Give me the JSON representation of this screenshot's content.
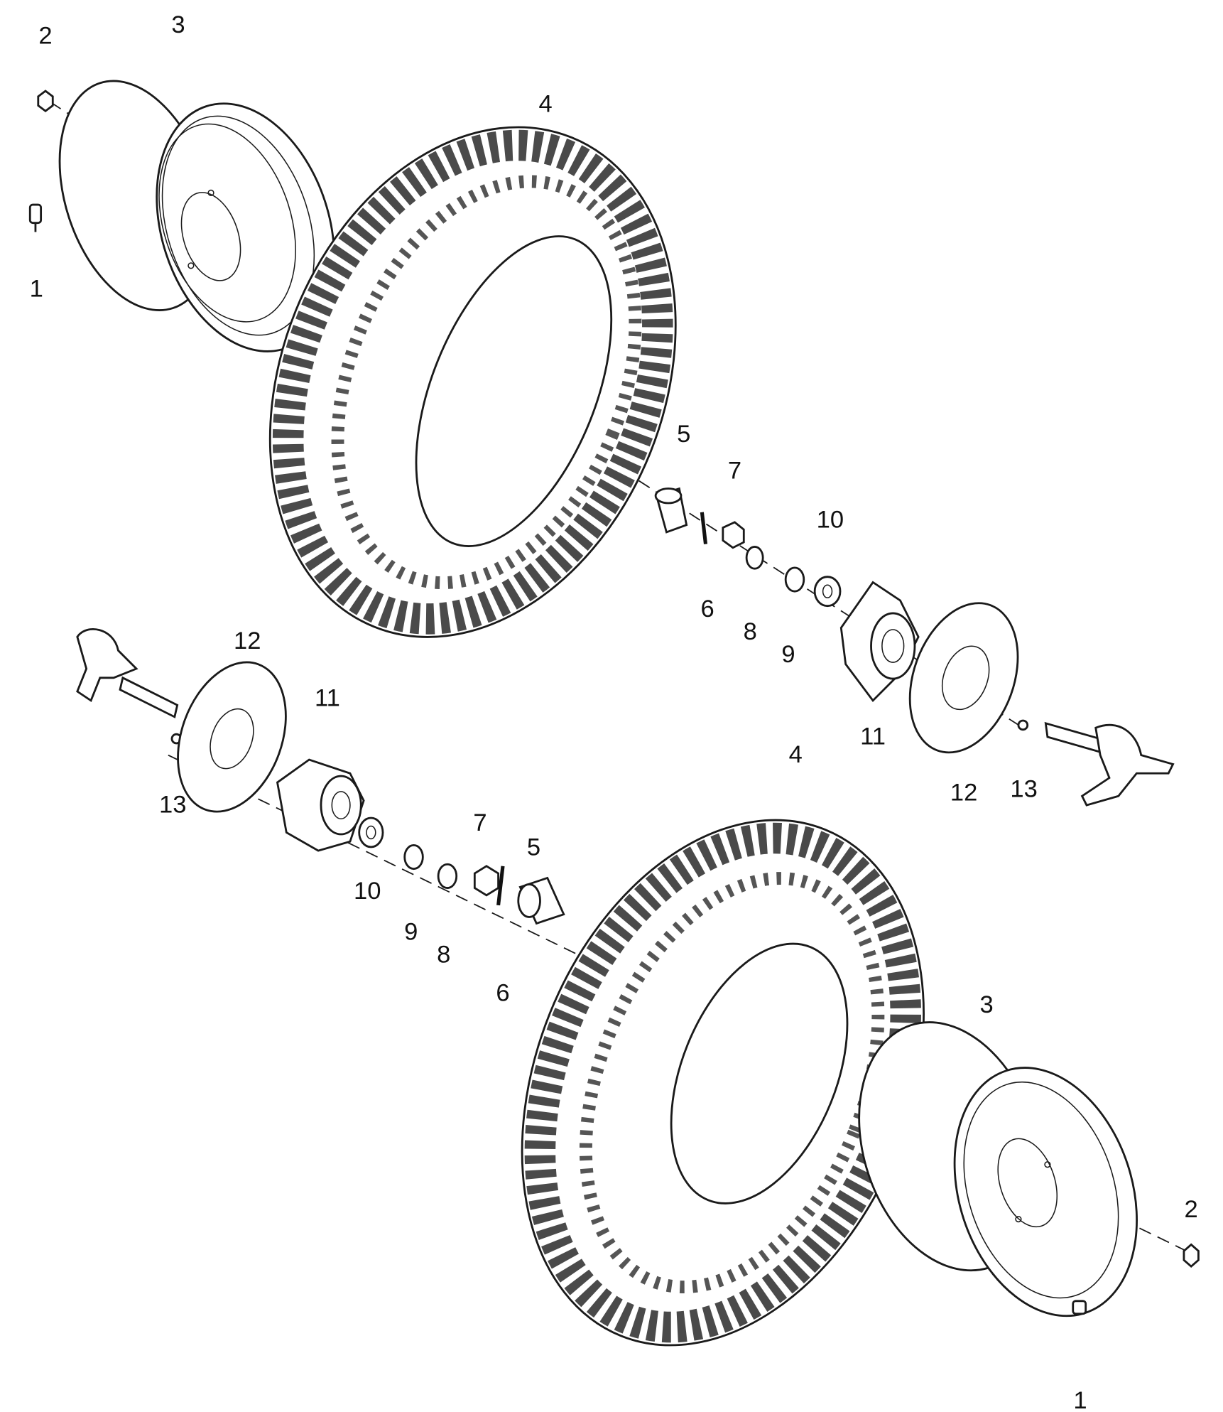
{
  "diagram": {
    "type": "exploded parts diagram - front wheels",
    "callouts": [
      {
        "id": "top-2",
        "text": "2"
      },
      {
        "id": "top-3",
        "text": "3"
      },
      {
        "id": "top-1",
        "text": "1"
      },
      {
        "id": "top-4",
        "text": "4"
      },
      {
        "id": "top-5",
        "text": "5"
      },
      {
        "id": "top-7",
        "text": "7"
      },
      {
        "id": "top-6",
        "text": "6"
      },
      {
        "id": "top-8",
        "text": "8"
      },
      {
        "id": "top-9",
        "text": "9"
      },
      {
        "id": "top-10",
        "text": "10"
      },
      {
        "id": "top-11",
        "text": "11"
      },
      {
        "id": "top-12",
        "text": "12"
      },
      {
        "id": "top-13",
        "text": "13"
      },
      {
        "id": "bot-12",
        "text": "12"
      },
      {
        "id": "bot-11",
        "text": "11"
      },
      {
        "id": "bot-13",
        "text": "13"
      },
      {
        "id": "bot-10",
        "text": "10"
      },
      {
        "id": "bot-9",
        "text": "9"
      },
      {
        "id": "bot-8",
        "text": "8"
      },
      {
        "id": "bot-7",
        "text": "7"
      },
      {
        "id": "bot-5",
        "text": "5"
      },
      {
        "id": "bot-6",
        "text": "6"
      },
      {
        "id": "bot-4",
        "text": "4"
      },
      {
        "id": "bot-3",
        "text": "3"
      },
      {
        "id": "bot-2",
        "text": "2"
      },
      {
        "id": "bot-1",
        "text": "1"
      }
    ]
  }
}
